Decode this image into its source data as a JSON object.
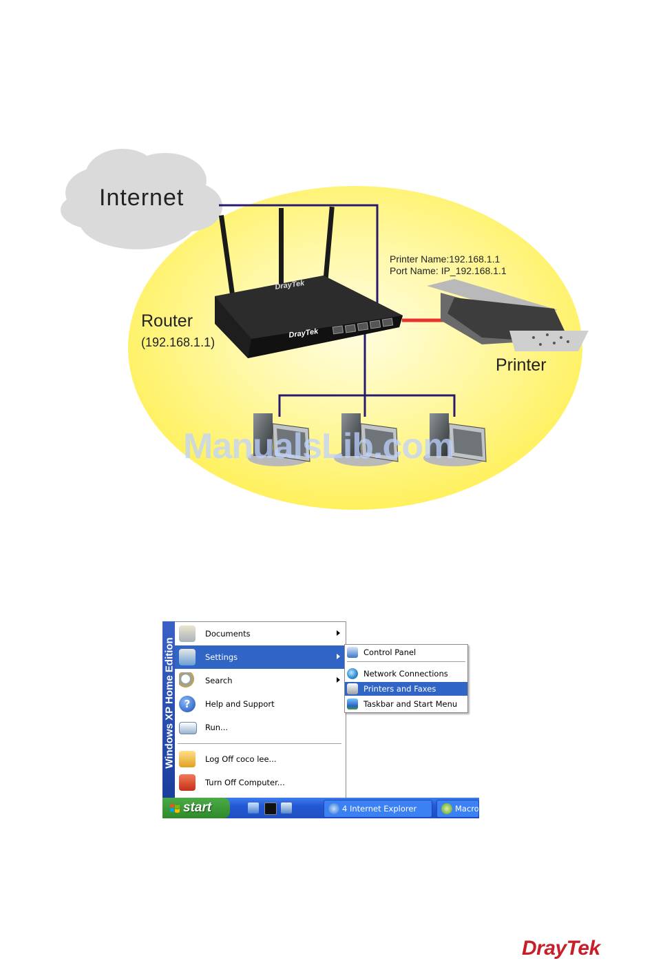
{
  "diagram": {
    "internet_label": "Internet",
    "router_label": "Router",
    "router_ip": "(192.168.1.1)",
    "printer_name_line": "Printer Name:192.168.1.1",
    "port_name_line": "Port Name: IP_192.168.1.1",
    "printer_label": "Printer",
    "router_brand": "DrayTek",
    "watermark": "ManualsLib.com",
    "colors": {
      "ellipse": "#fff27a",
      "cable": "#2a1a6e",
      "printer_cable": "#e8322c"
    }
  },
  "start_menu": {
    "side_banner": "Windows XP Home Edition",
    "items": [
      {
        "label": "Documents",
        "icon": "documents-icon",
        "has_submenu": true
      },
      {
        "label": "Settings",
        "icon": "settings-icon",
        "has_submenu": true,
        "selected": true
      },
      {
        "label": "Search",
        "icon": "search-icon",
        "has_submenu": true
      },
      {
        "label": "Help and Support",
        "icon": "help-icon",
        "has_submenu": false
      },
      {
        "label": "Run...",
        "icon": "run-icon",
        "has_submenu": false
      },
      {
        "label": "Log Off coco lee...",
        "icon": "key-icon",
        "has_submenu": false
      },
      {
        "label": "Turn Off Computer...",
        "icon": "power-icon",
        "has_submenu": false
      }
    ],
    "submenu": [
      {
        "label": "Control Panel",
        "icon": "control-panel-icon"
      },
      {
        "label": "Network Connections",
        "icon": "network-icon"
      },
      {
        "label": "Printers and Faxes",
        "icon": "printer-icon",
        "selected": true
      },
      {
        "label": "Taskbar and Start Menu",
        "icon": "taskbar-icon"
      }
    ],
    "taskbar": {
      "start_label": "start",
      "tasks": [
        {
          "label": "4 Internet Explorer",
          "icon": "ie-icon"
        },
        {
          "label": "Macro",
          "icon": "macromedia-icon"
        }
      ]
    }
  },
  "brand_logo": "DrayTek"
}
